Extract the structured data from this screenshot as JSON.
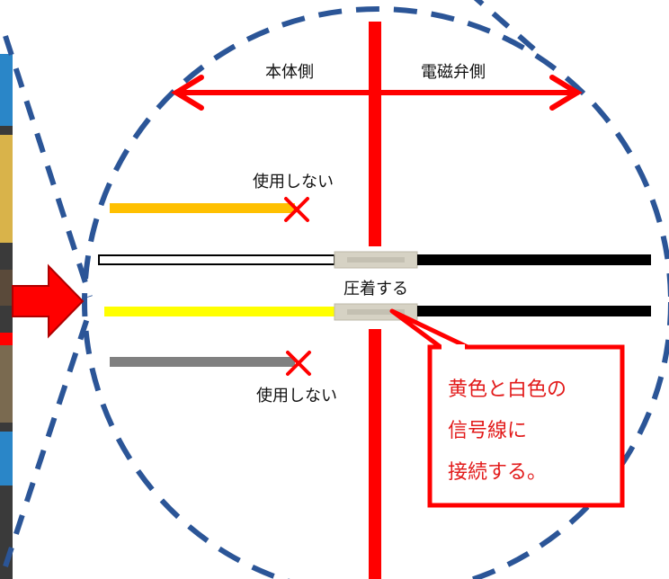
{
  "labels": {
    "body_side": "本体側",
    "valve_side": "電磁弁側",
    "unused_top": "使用しない",
    "unused_bottom": "使用しない",
    "crimp": "圧着する"
  },
  "callout": {
    "line1": "黄色と白色の",
    "line2": "信号線に",
    "line3": "接続する。"
  },
  "icons": {
    "cross_top": "cross-icon",
    "cross_bottom": "cross-icon",
    "right_arrow": "right-arrow-icon",
    "double_arrow": "double-arrow-icon"
  },
  "colors": {
    "red": "#ff0000",
    "dash_circle": "#2b5597",
    "wire_orange": "#ffc000",
    "wire_yellow": "#ffff00",
    "wire_gray": "#808080",
    "wire_black": "#000000",
    "connector": "#d6d2c4"
  }
}
